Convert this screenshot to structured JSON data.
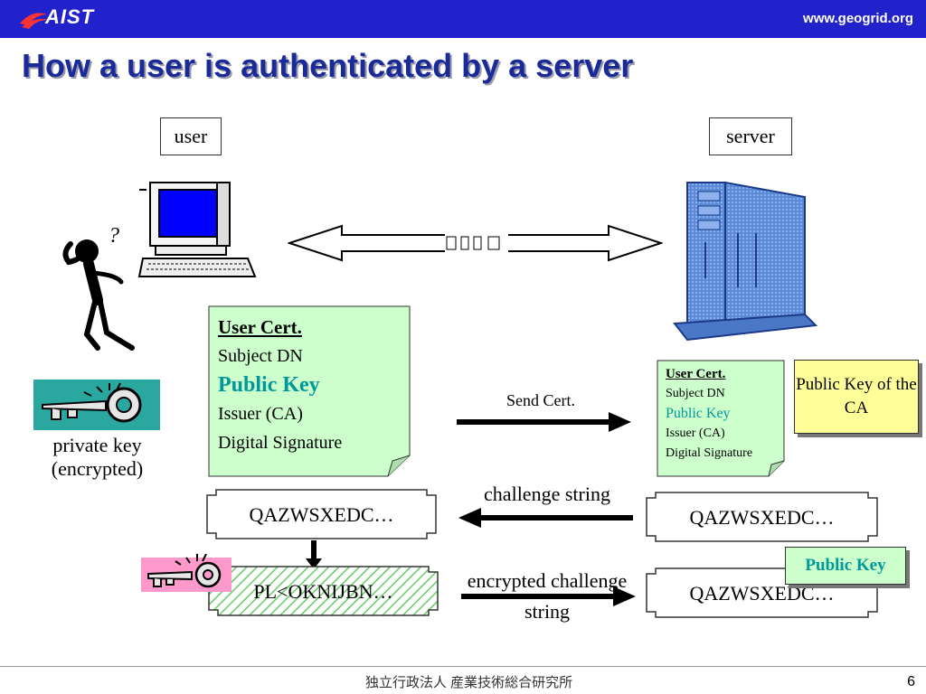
{
  "header": {
    "logo_text": "AIST",
    "url": "www.geogrid.org"
  },
  "title": "How a user is authenticated by a server",
  "labels": {
    "user": "user",
    "server": "server"
  },
  "user_cert": {
    "heading": "User Cert.",
    "subject": "Subject DN",
    "public_key": "Public Key",
    "issuer": "Issuer (CA)",
    "signature": "Digital Signature"
  },
  "server_cert": {
    "heading": "User Cert.",
    "subject": "Subject DN",
    "public_key": "Public Key",
    "issuer": "Issuer (CA)",
    "signature": "Digital Signature"
  },
  "ca_key": "Public Key of the CA",
  "private_key_label": "private key (encrypted)",
  "messages": {
    "send_cert": "Send Cert.",
    "challenge": "challenge string",
    "encrypted": "encrypted challenge string"
  },
  "strings": {
    "user_challenge": "QAZWSXEDC…",
    "user_encrypted": "PL<OKNIJBN…",
    "server_challenge": "QAZWSXEDC…",
    "server_decrypted": "QAZWSXEDC…"
  },
  "server_public_key": "Public Key",
  "footer": {
    "org": "独立行政法人 産業技術総合研究所",
    "page": "6"
  },
  "colors": {
    "header_bg": "#2222cc",
    "title": "#1a2a99",
    "cert_bg": "#ccffcc",
    "key_green": "#009999",
    "ca_box": "#ffff99",
    "arrow": "#000000"
  }
}
